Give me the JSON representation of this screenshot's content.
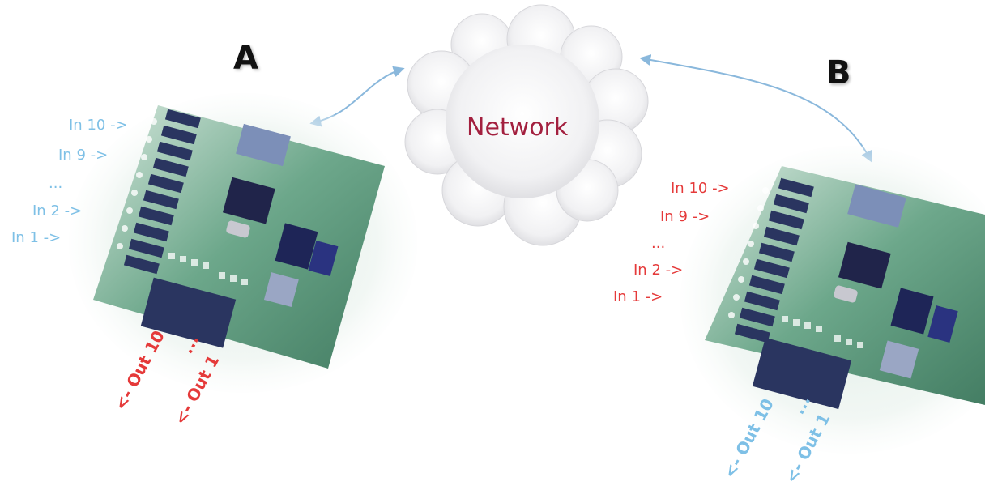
{
  "colors": {
    "board_a_inputs": "#7ec0e6",
    "board_a_outputs": "#e53a3a",
    "board_b_inputs": "#e53a3a",
    "board_b_outputs": "#7ec0e6",
    "network_text": "#a3203f",
    "arrows": "#8ab8dc",
    "pcb_green": "#3f8a68",
    "connector": "#2a3560"
  },
  "network": {
    "label": "Network",
    "icon": "cloud-icon"
  },
  "board_a": {
    "label": "A",
    "icon": "circuit-board-icon",
    "inputs": [
      "In 10 ->",
      "In 9 ->",
      "...",
      "In 2 ->",
      "In 1 ->"
    ],
    "outputs": {
      "first": "<- Out 10",
      "ellipsis": "...",
      "last": "<- Out 1"
    }
  },
  "board_b": {
    "label": "B",
    "icon": "circuit-board-icon",
    "inputs": [
      "In 10 ->",
      "In 9 ->",
      "...",
      "In 2 ->",
      "In 1 ->"
    ],
    "outputs": {
      "first": "<- Out 10",
      "ellipsis": "...",
      "last": "<- Out 1"
    }
  }
}
